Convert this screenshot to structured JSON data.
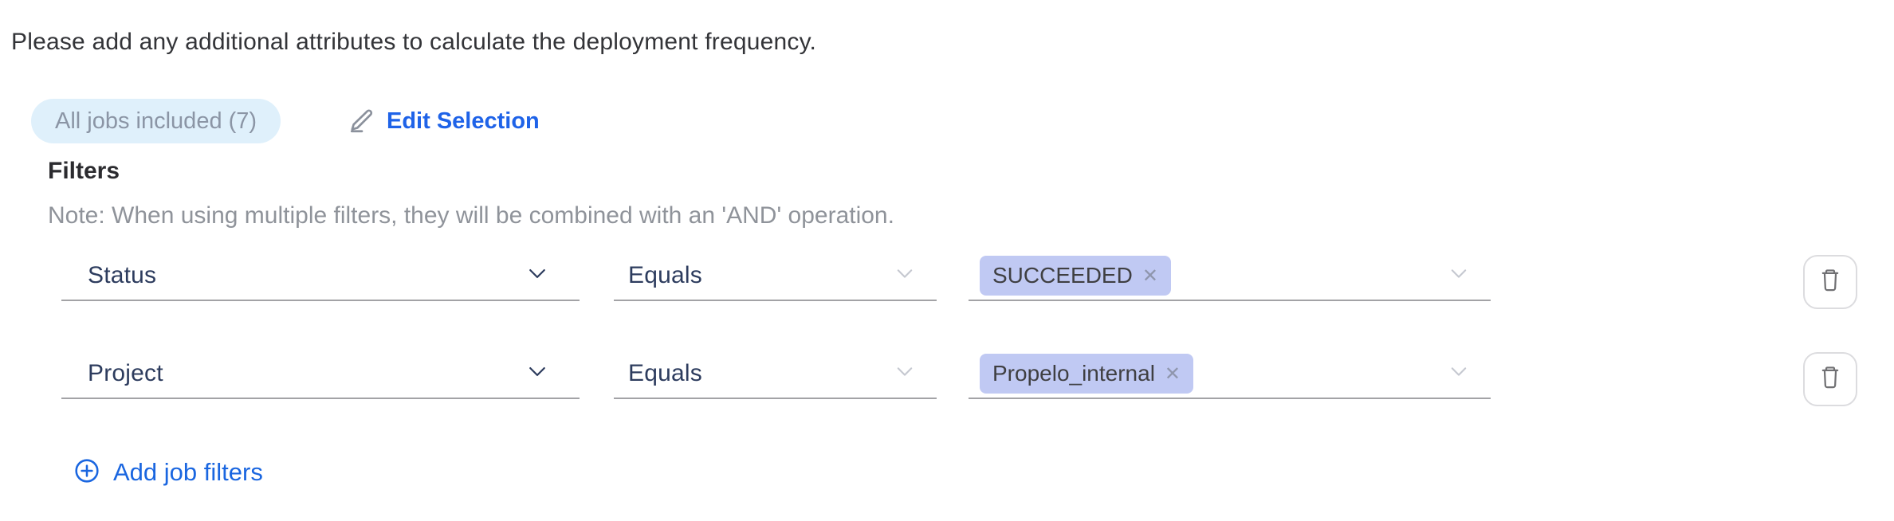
{
  "intro": {
    "text": "Please add any additional attributes to calculate the deployment frequency."
  },
  "jobs": {
    "badge_label": "All jobs included (7)",
    "edit_label": "Edit Selection"
  },
  "filters": {
    "heading": "Filters",
    "note": "Note: When using multiple filters, they will be combined with an 'AND' operation.",
    "rows": [
      {
        "attribute": "Status",
        "operator": "Equals",
        "values": [
          {
            "label": "SUCCEEDED"
          }
        ]
      },
      {
        "attribute": "Project",
        "operator": "Equals",
        "values": [
          {
            "label": "Propelo_internal"
          }
        ]
      }
    ],
    "add_label": "Add job filters"
  },
  "icons": {
    "edit": "pencil-underline-icon",
    "attribute_chevron": "chevron-down-icon",
    "value_chevron": "chevron-down-icon",
    "remove_glyph": "✕",
    "delete": "trash-icon",
    "add": "plus-circle-icon"
  },
  "colors": {
    "accent_blue": "#1f63e8",
    "badge_bg": "#dff0fb",
    "badge_text": "#8b95a5",
    "chip_bg": "#c0c9f3",
    "chip_text": "#3f3f42",
    "select_text": "#2d3c5e",
    "note_text": "#8f939a",
    "heading_text": "#2b2b2f",
    "underline": "#a3a3a6",
    "muted_chevron": "#c5c8d0",
    "trash_icon": "#707073"
  }
}
